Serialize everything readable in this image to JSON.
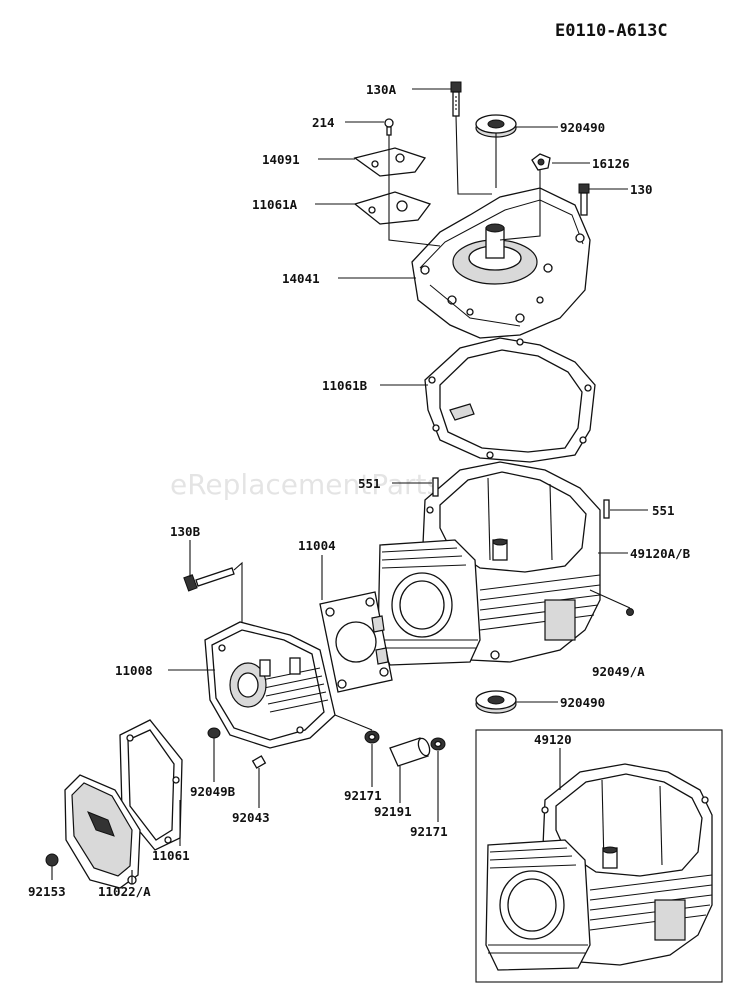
{
  "diagram_code": "E0110-A613C",
  "watermark": "eReplacementParts.com",
  "labels": {
    "p130A": "130A",
    "p214": "214",
    "p14091": "14091",
    "p11061A": "11061A",
    "p920490_top": "920490",
    "p16126": "16126",
    "p130": "130",
    "p14041": "14041",
    "p11061B": "11061B",
    "p551_left": "551",
    "p551_right": "551",
    "p49120AB": "49120A/B",
    "p130B": "130B",
    "p11004": "11004",
    "p11008": "11008",
    "p92049A": "92049/A",
    "p920490_bot": "920490",
    "p92049B": "92049B",
    "p92043": "92043",
    "p92171_left": "92171",
    "p92191": "92191",
    "p92171_right": "92171",
    "p11061": "11061",
    "p92153": "92153",
    "p11022A": "11022/A",
    "p49120_inset": "49120"
  }
}
